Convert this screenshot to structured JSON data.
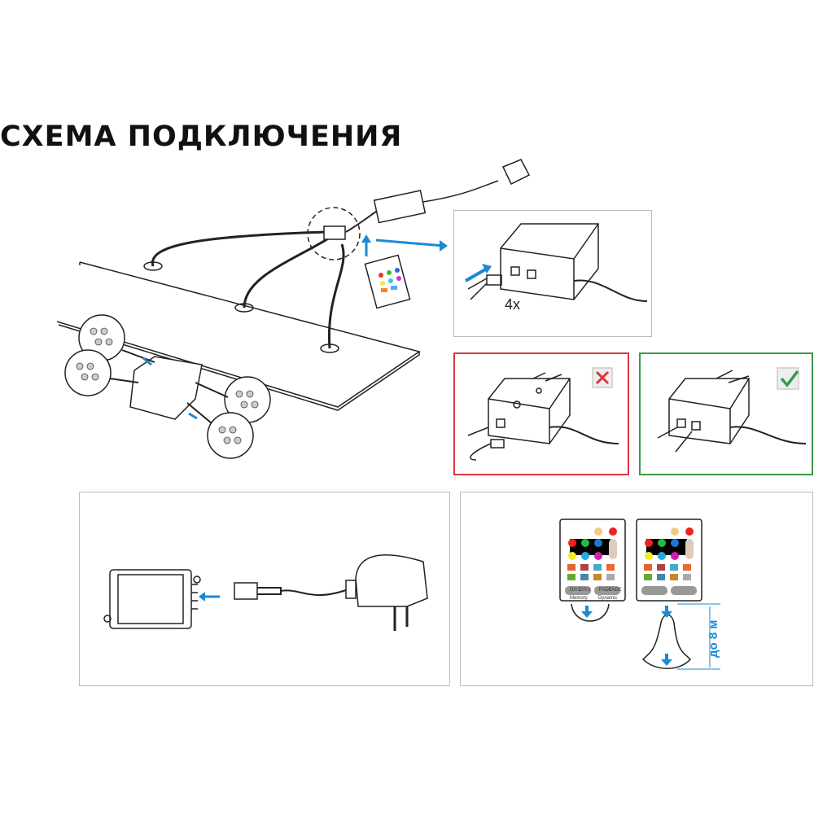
{
  "title": "СХЕМА ПОДКЛЮЧЕНИЯ",
  "connector_count": "4x",
  "distance_label": "до 8 м",
  "remote": {
    "buttons": [
      "DIY1",
      "DIY2",
      "FADE",
      "FADE"
    ],
    "group_left": "Memory",
    "group_right": "Dynamic"
  },
  "colors": {
    "arrow": "#1a8ad4",
    "wrong": "#d9363e",
    "correct": "#3a9a4a",
    "panel_border": "#bbbbbb"
  },
  "icons": [
    "cross-icon",
    "check-icon",
    "arrow-icon"
  ]
}
